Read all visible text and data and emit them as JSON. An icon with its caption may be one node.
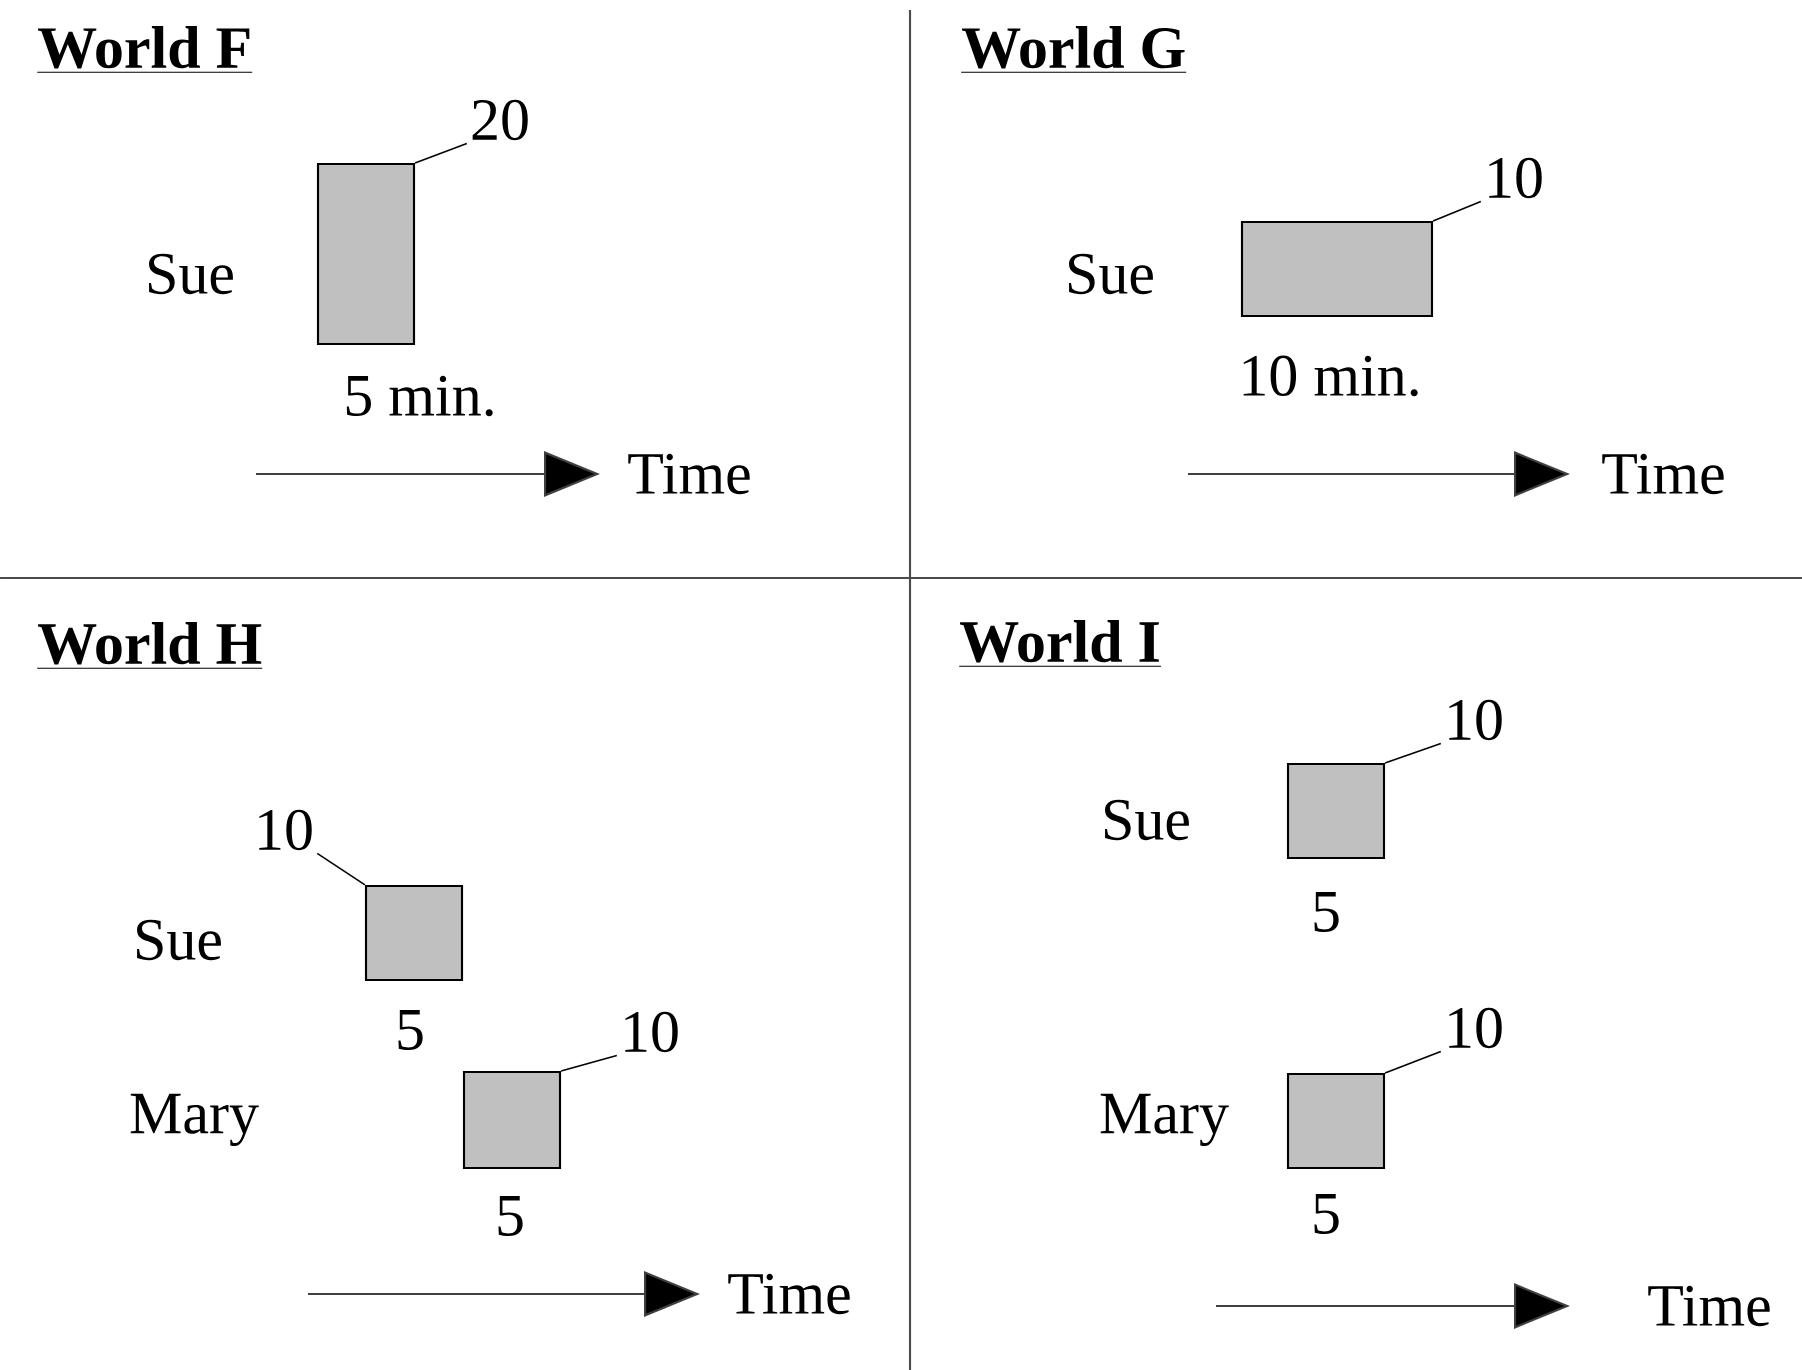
{
  "diagram": {
    "nodes": [
      {
        "text": [
          "20"
        ]
      },
      {
        "text": [],
        "shape": "box",
        "beside": [
          "5 min."
        ]
      },
      {
        "text": [
          "10"
        ]
      },
      {
        "text": [],
        "shape": "box",
        "beside": [
          "10 min."
        ]
      },
      {
        "text": [
          "10"
        ]
      },
      {
        "text": [],
        "shape": "box",
        "beside": [
          "5"
        ]
      },
      {
        "text": [
          "10"
        ]
      },
      {
        "text": [],
        "shape": "box",
        "beside": [
          "5"
        ]
      },
      {
        "text": [
          "10"
        ]
      },
      {
        "text": [],
        "shape": "box",
        "beside": [
          "5"
        ]
      },
      {
        "text": [
          "10"
        ]
      },
      {
        "text": [],
        "shape": "box",
        "beside": [
          "5"
        ]
      }
    ],
    "edges": [
      {
        "from": 0,
        "to": 1,
        "arrow": "none"
      },
      {
        "from": 2,
        "to": 3,
        "arrow": "none"
      },
      {
        "from": 4,
        "to": 5,
        "arrow": "none"
      },
      {
        "from": 6,
        "to": 7,
        "arrow": "none"
      },
      {
        "from": 8,
        "to": 9,
        "arrow": "none"
      },
      {
        "from": 10,
        "to": 11,
        "arrow": "none"
      }
    ],
    "labels": [
      "World F",
      "Sue",
      "Time",
      "World G",
      "Sue",
      "Time",
      "World H",
      "Sue",
      "Mary",
      "Time",
      "World I",
      "Sue",
      "Mary",
      "Time"
    ]
  }
}
